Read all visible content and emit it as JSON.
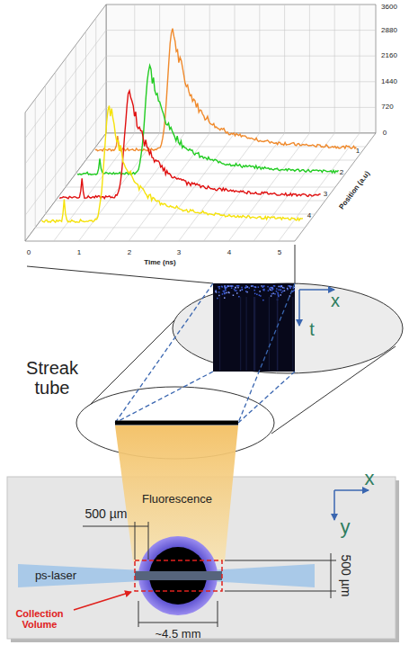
{
  "diagram": {
    "labels": [
      "3600",
      "2880",
      "2160",
      "1440",
      "720",
      "0",
      "0",
      "1",
      "2",
      "3",
      "4",
      "5",
      "Time (ns)",
      "1",
      "2",
      "3",
      "4",
      "Position (a.u)",
      "x",
      "t",
      "Streak tube",
      "Fluorescence",
      "x",
      "y",
      "500 µm",
      "500 µm",
      "ps-laser",
      "Collection Volume",
      "~4.5 mm"
    ]
  }
}
